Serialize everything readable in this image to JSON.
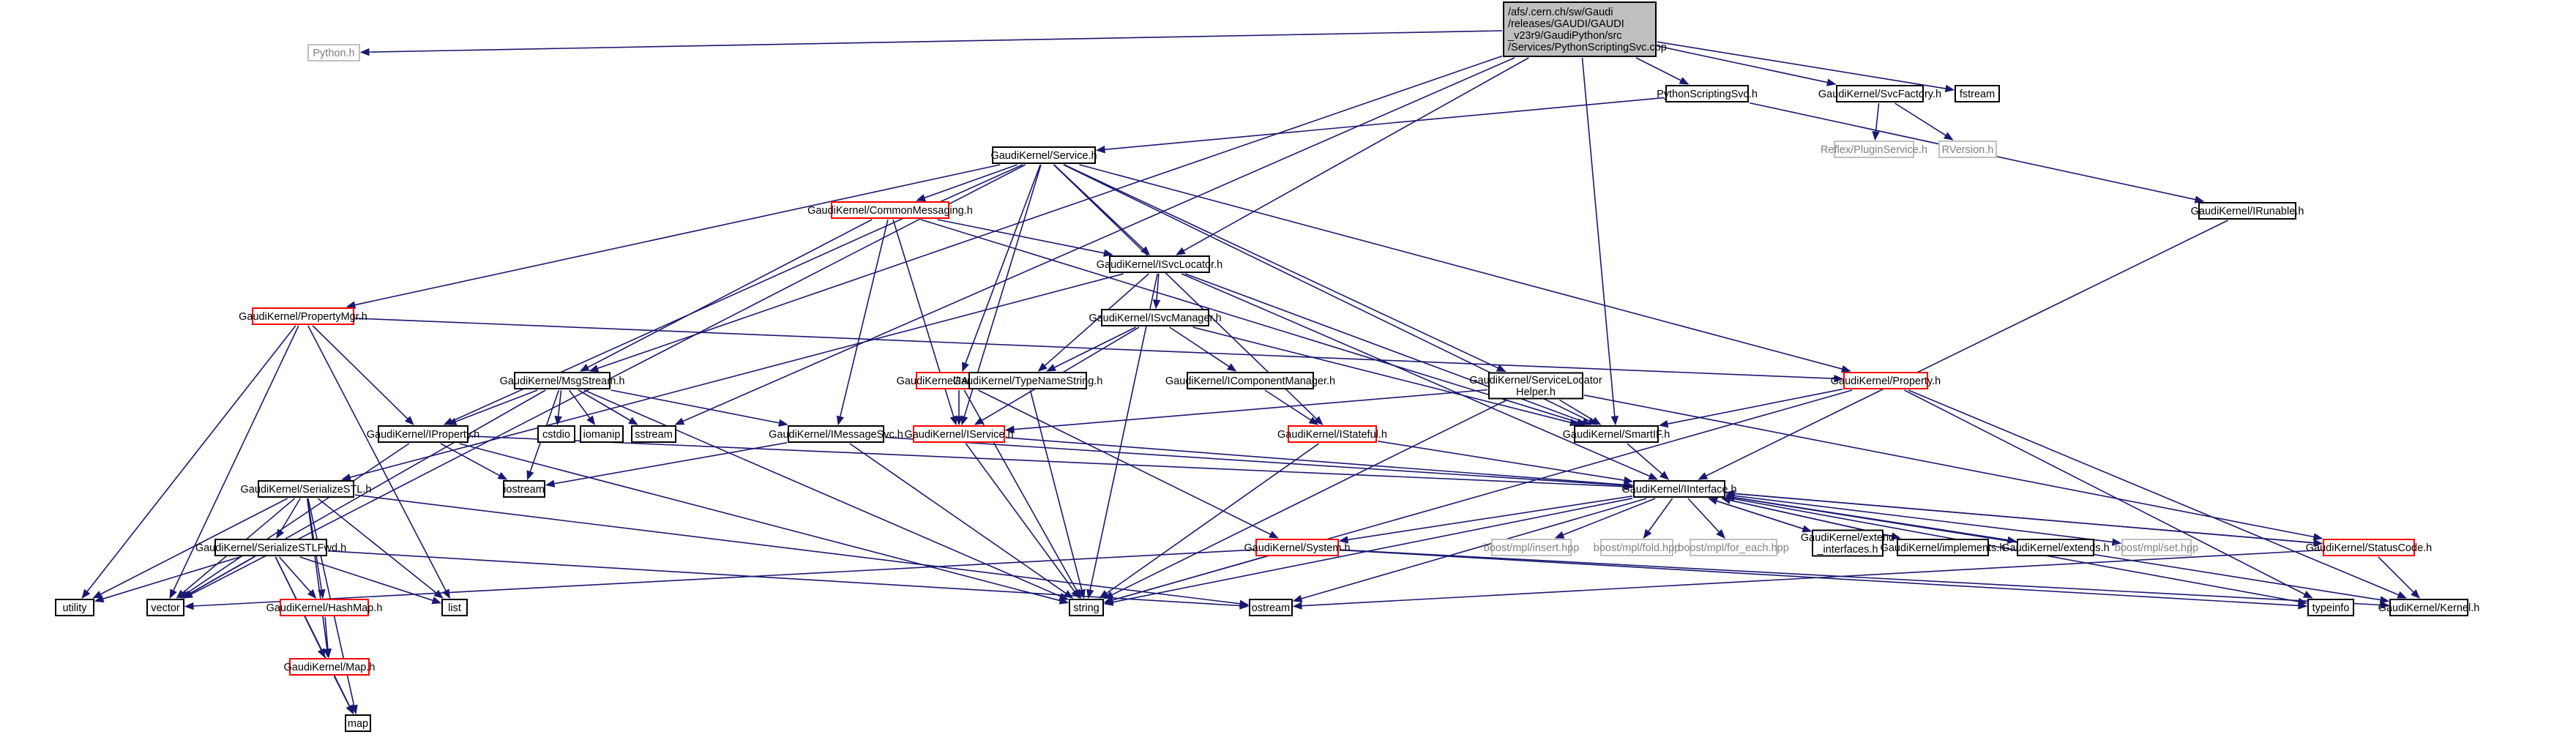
{
  "diagram": {
    "nodes": [
      {
        "id": "root",
        "lines": [
          "/afs/.cern.ch/sw/Gaudi",
          "/releases/GAUDI/GAUDI",
          "_v23r9/GaudiPython/src",
          "/Services/PythonScriptingSvc.cpp"
        ],
        "style": "root"
      },
      {
        "id": "python_h",
        "lines": [
          "Python.h"
        ],
        "style": "gray"
      },
      {
        "id": "fstream",
        "lines": [
          "fstream"
        ],
        "style": "black"
      },
      {
        "id": "pss_h",
        "lines": [
          "PythonScriptingSvc.h"
        ],
        "style": "black"
      },
      {
        "id": "svcfactory",
        "lines": [
          "GaudiKernel/SvcFactory.h"
        ],
        "style": "black"
      },
      {
        "id": "pluginservice",
        "lines": [
          "Reflex/PluginService.h"
        ],
        "style": "gray"
      },
      {
        "id": "rversion",
        "lines": [
          "RVersion.h"
        ],
        "style": "gray"
      },
      {
        "id": "irunable",
        "lines": [
          "GaudiKernel/IRunable.h"
        ],
        "style": "black"
      },
      {
        "id": "service_h",
        "lines": [
          "GaudiKernel/Service.h"
        ],
        "style": "black"
      },
      {
        "id": "commonmsg",
        "lines": [
          "GaudiKernel/CommonMessaging.h"
        ],
        "style": "red"
      },
      {
        "id": "isvclocator",
        "lines": [
          "GaudiKernel/ISvcLocator.h"
        ],
        "style": "black"
      },
      {
        "id": "propertymgr",
        "lines": [
          "GaudiKernel/PropertyMgr.h"
        ],
        "style": "red"
      },
      {
        "id": "isvcmanager",
        "lines": [
          "GaudiKernel/ISvcManager.h"
        ],
        "style": "black"
      },
      {
        "id": "msgstream",
        "lines": [
          "GaudiKernel/MsgStream.h"
        ],
        "style": "black"
      },
      {
        "id": "iauditorsvc",
        "lines": [
          "GaudiKernel/IAuditorSvc.h"
        ],
        "style": "red"
      },
      {
        "id": "typenamestring",
        "lines": [
          "GaudiKernel/TypeNameString.h"
        ],
        "style": "black"
      },
      {
        "id": "icompmgr",
        "lines": [
          "GaudiKernel/IComponentManager.h"
        ],
        "style": "black"
      },
      {
        "id": "slhelper",
        "lines": [
          "GaudiKernel/ServiceLocator",
          "Helper.h"
        ],
        "style": "black"
      },
      {
        "id": "property_h",
        "lines": [
          "GaudiKernel/Property.h"
        ],
        "style": "red"
      },
      {
        "id": "iproperty",
        "lines": [
          "GaudiKernel/IProperty.h"
        ],
        "style": "black"
      },
      {
        "id": "cstdio",
        "lines": [
          "cstdio"
        ],
        "style": "black"
      },
      {
        "id": "iomanip",
        "lines": [
          "iomanip"
        ],
        "style": "black"
      },
      {
        "id": "sstream",
        "lines": [
          "sstream"
        ],
        "style": "black"
      },
      {
        "id": "imessagesvc",
        "lines": [
          "GaudiKernel/IMessageSvc.h"
        ],
        "style": "black"
      },
      {
        "id": "iservice",
        "lines": [
          "GaudiKernel/IService.h"
        ],
        "style": "red"
      },
      {
        "id": "istateful",
        "lines": [
          "GaudiKernel/IStateful.h"
        ],
        "style": "red"
      },
      {
        "id": "smartif",
        "lines": [
          "GaudiKernel/SmartIF.h"
        ],
        "style": "black"
      },
      {
        "id": "iostream",
        "lines": [
          "iostream"
        ],
        "style": "black"
      },
      {
        "id": "serializestl",
        "lines": [
          "GaudiKernel/SerializeSTL.h"
        ],
        "style": "black"
      },
      {
        "id": "iinterface",
        "lines": [
          "GaudiKernel/IInterface.h"
        ],
        "style": "black"
      },
      {
        "id": "serializefwd",
        "lines": [
          "GaudiKernel/SerializeSTLFwd.h"
        ],
        "style": "black"
      },
      {
        "id": "system_h",
        "lines": [
          "GaudiKernel/System.h"
        ],
        "style": "red"
      },
      {
        "id": "mpl_insert",
        "lines": [
          "boost/mpl/insert.hpp"
        ],
        "style": "gray"
      },
      {
        "id": "mpl_fold",
        "lines": [
          "boost/mpl/fold.hpp"
        ],
        "style": "gray"
      },
      {
        "id": "mpl_foreach",
        "lines": [
          "boost/mpl/for_each.hpp"
        ],
        "style": "gray"
      },
      {
        "id": "extend_if",
        "lines": [
          "GaudiKernel/extend",
          "_interfaces.h"
        ],
        "style": "black"
      },
      {
        "id": "implements",
        "lines": [
          "GaudiKernel/implements.h"
        ],
        "style": "black"
      },
      {
        "id": "extends",
        "lines": [
          "GaudiKernel/extends.h"
        ],
        "style": "black"
      },
      {
        "id": "mpl_set",
        "lines": [
          "boost/mpl/set.hpp"
        ],
        "style": "gray"
      },
      {
        "id": "statuscode",
        "lines": [
          "GaudiKernel/StatusCode.h"
        ],
        "style": "red"
      },
      {
        "id": "utility",
        "lines": [
          "utility"
        ],
        "style": "black"
      },
      {
        "id": "vector",
        "lines": [
          "vector"
        ],
        "style": "black"
      },
      {
        "id": "hashmap",
        "lines": [
          "GaudiKernel/HashMap.h"
        ],
        "style": "red"
      },
      {
        "id": "list",
        "lines": [
          "list"
        ],
        "style": "black"
      },
      {
        "id": "string",
        "lines": [
          "string"
        ],
        "style": "black"
      },
      {
        "id": "ostream",
        "lines": [
          "ostream"
        ],
        "style": "black"
      },
      {
        "id": "map_h",
        "lines": [
          "GaudiKernel/Map.h"
        ],
        "style": "red"
      },
      {
        "id": "map",
        "lines": [
          "map"
        ],
        "style": "black"
      },
      {
        "id": "typeinfo",
        "lines": [
          "typeinfo"
        ],
        "style": "black"
      },
      {
        "id": "kernel_h",
        "lines": [
          "GaudiKernel/Kernel.h"
        ],
        "style": "black"
      }
    ],
    "edges": [
      [
        "root",
        "python_h"
      ],
      [
        "root",
        "fstream"
      ],
      [
        "root",
        "pss_h"
      ],
      [
        "root",
        "svcfactory"
      ],
      [
        "root",
        "msgstream"
      ],
      [
        "root",
        "sstream"
      ],
      [
        "root",
        "isvclocator"
      ],
      [
        "root",
        "smartif"
      ],
      [
        "svcfactory",
        "pluginservice"
      ],
      [
        "svcfactory",
        "rversion"
      ],
      [
        "pss_h",
        "service_h"
      ],
      [
        "pss_h",
        "irunable"
      ],
      [
        "irunable",
        "iinterface"
      ],
      [
        "service_h",
        "commonmsg"
      ],
      [
        "service_h",
        "isvclocator"
      ],
      [
        "service_h",
        "propertymgr"
      ],
      [
        "service_h",
        "iproperty"
      ],
      [
        "service_h",
        "iservice"
      ],
      [
        "service_h",
        "iauditorsvc"
      ],
      [
        "service_h",
        "istateful"
      ],
      [
        "service_h",
        "property_h"
      ],
      [
        "service_h",
        "smartif"
      ],
      [
        "service_h",
        "slhelper"
      ],
      [
        "service_h",
        "vector"
      ],
      [
        "commonmsg",
        "msgstream"
      ],
      [
        "commonmsg",
        "isvclocator"
      ],
      [
        "commonmsg",
        "imessagesvc"
      ],
      [
        "commonmsg",
        "iservice"
      ],
      [
        "commonmsg",
        "smartif"
      ],
      [
        "isvclocator",
        "isvcmanager"
      ],
      [
        "isvclocator",
        "typenamestring"
      ],
      [
        "isvclocator",
        "smartif"
      ],
      [
        "isvclocator",
        "iinterface"
      ],
      [
        "isvclocator",
        "string"
      ],
      [
        "isvclocator",
        "serializestl"
      ],
      [
        "propertymgr",
        "iproperty"
      ],
      [
        "propertymgr",
        "property_h"
      ],
      [
        "propertymgr",
        "list"
      ],
      [
        "propertymgr",
        "vector"
      ],
      [
        "propertymgr",
        "utility"
      ],
      [
        "isvcmanager",
        "typenamestring"
      ],
      [
        "isvcmanager",
        "icompmgr"
      ],
      [
        "isvcmanager",
        "iservice"
      ],
      [
        "isvcmanager",
        "smartif"
      ],
      [
        "icompmgr",
        "istateful"
      ],
      [
        "typenamestring",
        "string"
      ],
      [
        "msgstream",
        "iproperty"
      ],
      [
        "msgstream",
        "cstdio"
      ],
      [
        "msgstream",
        "iomanip"
      ],
      [
        "msgstream",
        "sstream"
      ],
      [
        "msgstream",
        "imessagesvc"
      ],
      [
        "msgstream",
        "string"
      ],
      [
        "msgstream",
        "iostream"
      ],
      [
        "msgstream",
        "vector"
      ],
      [
        "iauditorsvc",
        "iservice"
      ],
      [
        "iauditorsvc",
        "system_h"
      ],
      [
        "iauditorsvc",
        "string"
      ],
      [
        "slhelper",
        "iservice"
      ],
      [
        "slhelper",
        "smartif"
      ],
      [
        "slhelper",
        "string"
      ],
      [
        "slhelper",
        "statuscode"
      ],
      [
        "property_h",
        "smartif"
      ],
      [
        "property_h",
        "string"
      ],
      [
        "property_h",
        "typeinfo"
      ],
      [
        "property_h",
        "kernel_h"
      ],
      [
        "iproperty",
        "iinterface"
      ],
      [
        "iproperty",
        "iostream"
      ],
      [
        "iproperty",
        "string"
      ],
      [
        "iproperty",
        "vector"
      ],
      [
        "imessagesvc",
        "iinterface"
      ],
      [
        "imessagesvc",
        "string"
      ],
      [
        "imessagesvc",
        "iostream"
      ],
      [
        "iservice",
        "iinterface"
      ],
      [
        "iservice",
        "string"
      ],
      [
        "istateful",
        "iinterface"
      ],
      [
        "istateful",
        "string"
      ],
      [
        "smartif",
        "iinterface"
      ],
      [
        "serializestl",
        "serializefwd"
      ],
      [
        "serializestl",
        "ostream"
      ],
      [
        "serializestl",
        "vector"
      ],
      [
        "serializestl",
        "list"
      ],
      [
        "serializestl",
        "map"
      ],
      [
        "serializestl",
        "map_h"
      ],
      [
        "serializestl",
        "hashmap"
      ],
      [
        "serializestl",
        "utility"
      ],
      [
        "serializefwd",
        "utility"
      ],
      [
        "serializefwd",
        "vector"
      ],
      [
        "serializefwd",
        "list"
      ],
      [
        "serializefwd",
        "hashmap"
      ],
      [
        "serializefwd",
        "map"
      ],
      [
        "serializefwd",
        "map_h"
      ],
      [
        "serializefwd",
        "ostream"
      ],
      [
        "hashmap",
        "map_h"
      ],
      [
        "map_h",
        "map"
      ],
      [
        "iinterface",
        "system_h"
      ],
      [
        "iinterface",
        "mpl_insert"
      ],
      [
        "iinterface",
        "mpl_fold"
      ],
      [
        "iinterface",
        "mpl_foreach"
      ],
      [
        "iinterface",
        "extend_if"
      ],
      [
        "iinterface",
        "implements"
      ],
      [
        "iinterface",
        "extends"
      ],
      [
        "iinterface",
        "mpl_set"
      ],
      [
        "iinterface",
        "statuscode"
      ],
      [
        "iinterface",
        "typeinfo"
      ],
      [
        "iinterface",
        "kernel_h"
      ],
      [
        "iinterface",
        "ostream"
      ],
      [
        "iinterface",
        "string"
      ],
      [
        "extend_if",
        "iinterface"
      ],
      [
        "implements",
        "iinterface"
      ],
      [
        "extends",
        "iinterface"
      ],
      [
        "statuscode",
        "iinterface"
      ],
      [
        "system_h",
        "string"
      ],
      [
        "system_h",
        "vector"
      ],
      [
        "system_h",
        "typeinfo"
      ],
      [
        "system_h",
        "kernel_h"
      ],
      [
        "statuscode",
        "ostream"
      ],
      [
        "statuscode",
        "kernel_h"
      ]
    ],
    "colors": {
      "edge": "#191970",
      "root_fill": "#bfbfbf",
      "red_border": "#ff0000",
      "gray_border": "#bfbfbf",
      "gray_text": "#808080"
    }
  }
}
